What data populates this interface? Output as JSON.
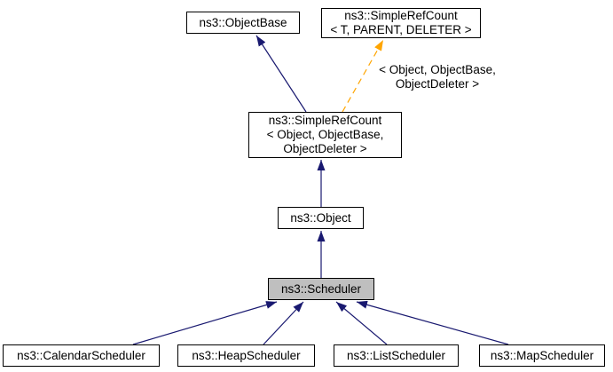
{
  "diagram": {
    "kind": "class-inheritance-graph",
    "focus_class": "ns3::Scheduler",
    "nodes": [
      {
        "id": "object-base",
        "lines": [
          "ns3::ObjectBase"
        ],
        "highlighted": false
      },
      {
        "id": "simple-ref-count-template",
        "lines": [
          "ns3::SimpleRefCount",
          "< T, PARENT, DELETER >"
        ],
        "highlighted": false
      },
      {
        "id": "simple-ref-count-object",
        "lines": [
          "ns3::SimpleRefCount",
          "< Object, ObjectBase,",
          "ObjectDeleter >"
        ],
        "highlighted": false
      },
      {
        "id": "object",
        "lines": [
          "ns3::Object"
        ],
        "highlighted": false
      },
      {
        "id": "scheduler",
        "lines": [
          "ns3::Scheduler"
        ],
        "highlighted": true
      },
      {
        "id": "calendar-scheduler",
        "lines": [
          "ns3::CalendarScheduler"
        ],
        "highlighted": false
      },
      {
        "id": "heap-scheduler",
        "lines": [
          "ns3::HeapScheduler"
        ],
        "highlighted": false
      },
      {
        "id": "list-scheduler",
        "lines": [
          "ns3::ListScheduler"
        ],
        "highlighted": false
      },
      {
        "id": "map-scheduler",
        "lines": [
          "ns3::MapScheduler"
        ],
        "highlighted": false
      }
    ],
    "edges": [
      {
        "from": "simple-ref-count-object",
        "to": "object-base",
        "kind": "inheritance",
        "style": "solid"
      },
      {
        "from": "simple-ref-count-object",
        "to": "simple-ref-count-template",
        "kind": "template-instantiation",
        "style": "dashed",
        "label": "< Object, ObjectBase, ObjectDeleter >"
      },
      {
        "from": "object",
        "to": "simple-ref-count-object",
        "kind": "inheritance",
        "style": "solid"
      },
      {
        "from": "scheduler",
        "to": "object",
        "kind": "inheritance",
        "style": "solid"
      },
      {
        "from": "calendar-scheduler",
        "to": "scheduler",
        "kind": "inheritance",
        "style": "solid"
      },
      {
        "from": "heap-scheduler",
        "to": "scheduler",
        "kind": "inheritance",
        "style": "solid"
      },
      {
        "from": "list-scheduler",
        "to": "scheduler",
        "kind": "inheritance",
        "style": "solid"
      },
      {
        "from": "map-scheduler",
        "to": "scheduler",
        "kind": "inheritance",
        "style": "solid"
      }
    ],
    "edge_label": {
      "lines": [
        "< Object, ObjectBase,",
        "ObjectDeleter >"
      ]
    },
    "colors": {
      "inheritance_edge": "#191970",
      "template_edge": "#FFA500",
      "node_border": "#000000",
      "node_background": "#FFFFFF",
      "highlight_background": "#BFBFBF",
      "text": "#000000"
    }
  }
}
